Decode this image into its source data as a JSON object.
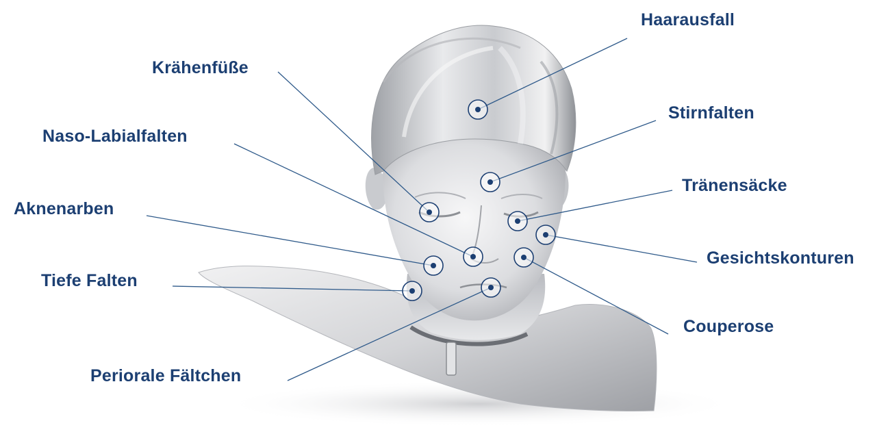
{
  "colors": {
    "label": "#1c3f72",
    "leader_line": "#2f5a8a",
    "marker_fill": "#1c3f72",
    "marker_ring": "#1c3f72",
    "figure": "#d9dadc",
    "background": "#ffffff"
  },
  "figure": {
    "icon": "bust-illustration-icon"
  },
  "labels": {
    "haarausfall": "Haarausfall",
    "kraehenfuesse": "Krähenfüße",
    "stirnfalten": "Stirnfalten",
    "naso_labialfalten": "Naso-Labialfalten",
    "traenensaecke": "Tränensäcke",
    "aknenarben": "Aknenarben",
    "gesichtskonturen": "Gesichtskonturen",
    "tiefe_falten": "Tiefe Falten",
    "couperose": "Couperose",
    "periorale_faeltchen": "Periorale Fältchen"
  }
}
